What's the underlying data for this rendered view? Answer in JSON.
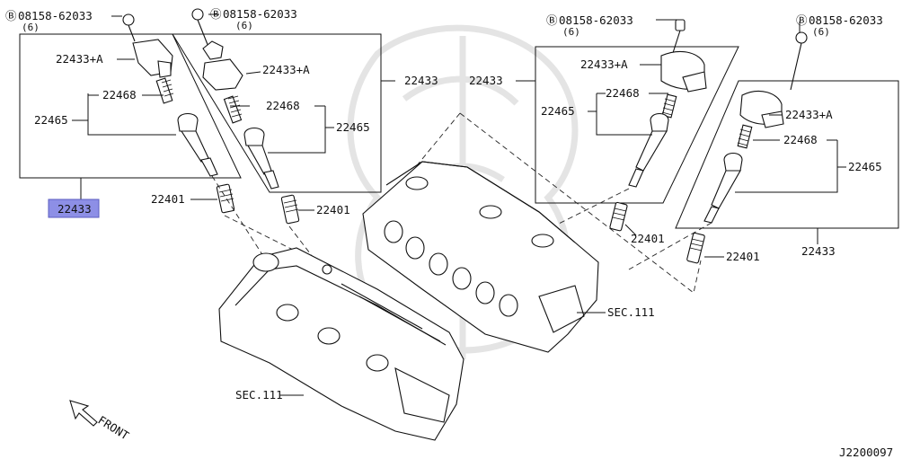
{
  "diagram": {
    "bolt_callouts": [
      {
        "prefix": "Ⓑ",
        "part": "08158-62033",
        "qty": "(6)"
      },
      {
        "prefix": "Ⓑ",
        "part": "08158-62033",
        "qty": "(6)"
      },
      {
        "prefix": "Ⓑ",
        "part": "08158-62033",
        "qty": "(6)"
      },
      {
        "prefix": "Ⓑ",
        "part": "08158-62033",
        "qty": "(6)"
      }
    ],
    "part_labels": {
      "coil_assy": "22433",
      "coil_a": "22433+A",
      "spring": "22468",
      "boot": "22465",
      "spark_plug": "22401",
      "cylinder_head": "SEC.111"
    },
    "highlighted_part": "22433",
    "highlight_color": "#8d8fe6",
    "direction_label": "FRONT",
    "diagram_id": "J2200097"
  }
}
